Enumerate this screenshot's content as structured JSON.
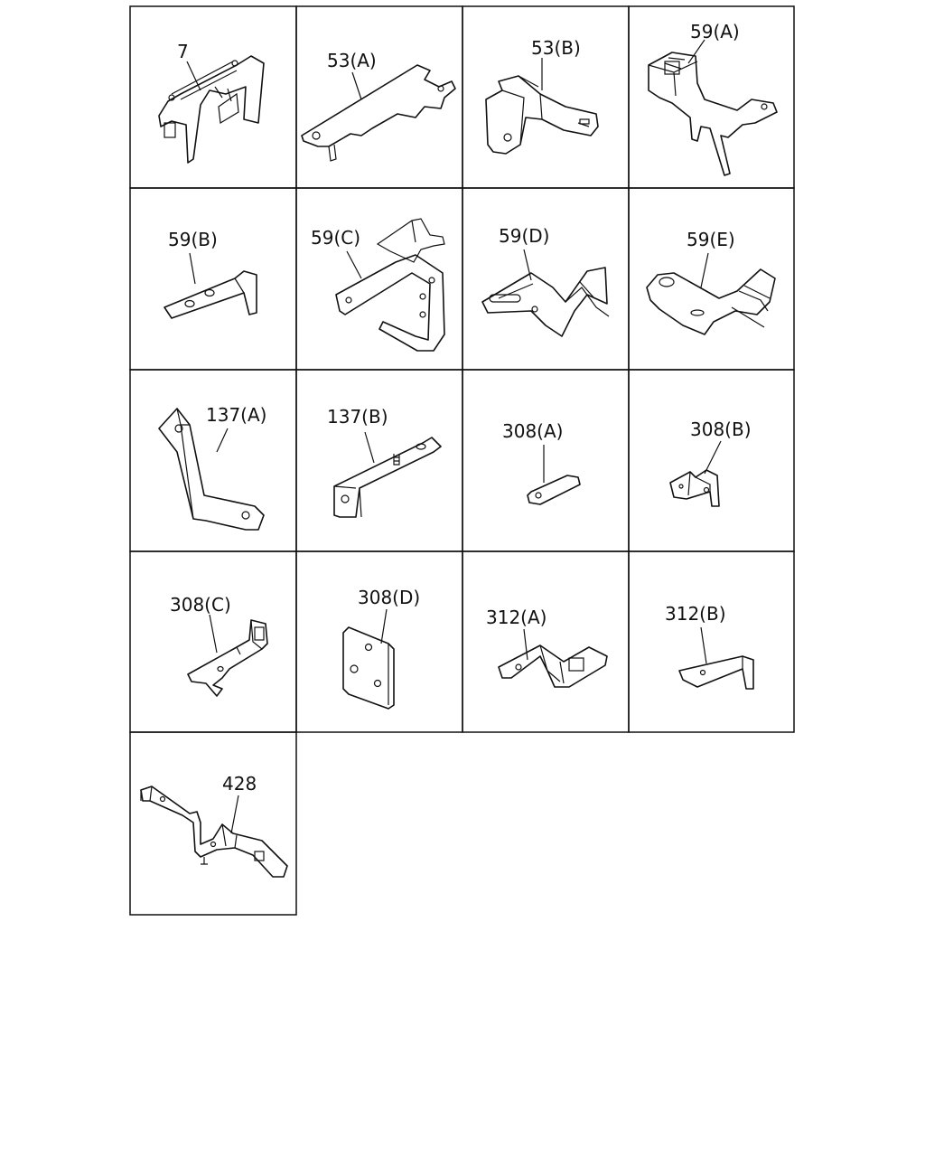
{
  "diagram": {
    "cells": [
      {
        "label": "7"
      },
      {
        "label": "53(A)"
      },
      {
        "label": "53(B)"
      },
      {
        "label": "59(A)"
      },
      {
        "label": "59(B)"
      },
      {
        "label": "59(C)"
      },
      {
        "label": "59(D)"
      },
      {
        "label": "59(E)"
      },
      {
        "label": "137(A)"
      },
      {
        "label": "137(B)"
      },
      {
        "label": "308(A)"
      },
      {
        "label": "308(B)"
      },
      {
        "label": "308(C)"
      },
      {
        "label": "308(D)"
      },
      {
        "label": "312(A)"
      },
      {
        "label": "312(B)"
      },
      {
        "label": "428"
      }
    ]
  }
}
